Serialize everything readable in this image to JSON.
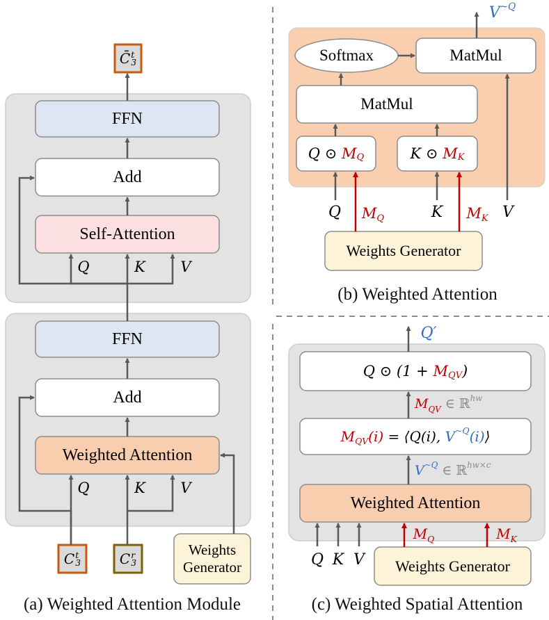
{
  "panel_a": {
    "caption": "(a) Weighted Attention Module",
    "output_label": "C̄",
    "output_sup": "t",
    "output_sub": "3",
    "top_block": {
      "ffn": "FFN",
      "add": "Add",
      "attention": "Self-Attention",
      "q": "Q",
      "k": "K",
      "v": "V"
    },
    "bottom_block": {
      "ffn": "FFN",
      "add": "Add",
      "attention": "Weighted Attention",
      "q": "Q",
      "k": "K",
      "v": "V"
    },
    "input_ct": {
      "base": "C",
      "sup": "t",
      "sub": "3"
    },
    "input_cr": {
      "base": "C",
      "sup": "r",
      "sub": "3"
    },
    "weights_generator": [
      "Weights",
      "Generator"
    ]
  },
  "panel_b": {
    "caption": "(b) Weighted Attention",
    "softmax": "Softmax",
    "matmul_top": "MatMul",
    "matmul_mid": "MatMul",
    "q_mask": {
      "base": "Q",
      "op": "⊙",
      "m": "M",
      "sub": "Q"
    },
    "k_mask": {
      "base": "K",
      "op": "⊙",
      "m": "M",
      "sub": "K"
    },
    "output": {
      "base": "V",
      "sup": "~Q"
    },
    "in_q": "Q",
    "in_mq": {
      "m": "M",
      "sub": "Q"
    },
    "in_k": "K",
    "in_mk": {
      "m": "M",
      "sub": "K"
    },
    "in_v": "V",
    "weights_generator": "Weights Generator"
  },
  "panel_c": {
    "caption": "(c) Weighted Spatial Attention",
    "output": "Q′",
    "top_box": {
      "pre": "Q ⊙ (1 + ",
      "m": "M",
      "sub": "QV",
      "post": ")"
    },
    "mqv_label": {
      "m": "M",
      "sub": "QV",
      "rest": " ∈ ℝ",
      "sup": "hw"
    },
    "mid_box": {
      "left": "M",
      "leftsub": "QV",
      "arg": "(i)",
      "eq": " = ⟨Q(i), ",
      "v": "V",
      "vsup": "~Q",
      "vi": "(i)",
      "close": "⟩"
    },
    "v_label": {
      "v": "V",
      "vsup": "~Q",
      "rest": " ∈ ℝ",
      "sup": "hw×c"
    },
    "attention": "Weighted Attention",
    "in_q": "Q",
    "in_k": "K",
    "in_v": "V",
    "in_mq": {
      "m": "M",
      "sub": "Q"
    },
    "in_mk": {
      "m": "M",
      "sub": "K"
    },
    "weights_generator": "Weights Generator"
  },
  "colors": {
    "panel_gray": "#e3e3e3",
    "panel_orange": "#f9cfb0",
    "ffn_blue": "#dde6f2",
    "self_attn_pink": "#fbdfe1",
    "weighted_attn_orange": "#f8ceae",
    "generator_cream": "#fdf3d9",
    "ct_border": "#c55a11",
    "cr_border": "#7f6000",
    "mask_red": "#c00000",
    "v_blue": "#2e6dc2",
    "arrow_gray": "#595959"
  }
}
